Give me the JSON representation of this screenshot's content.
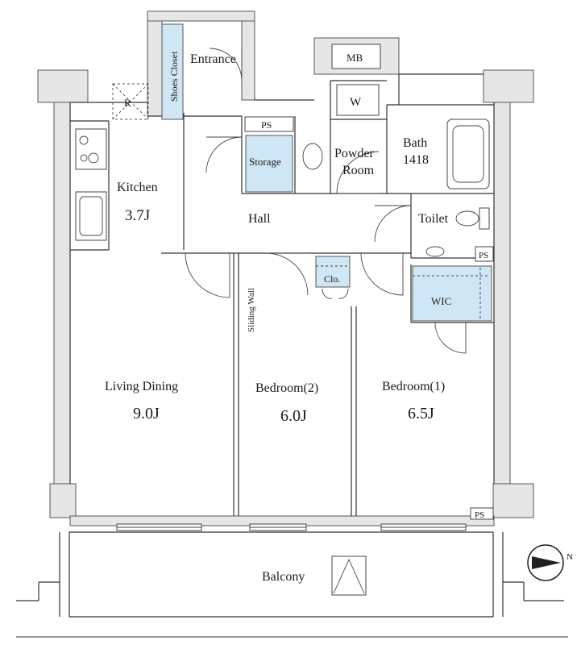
{
  "rooms": {
    "entrance": "Entrance",
    "shoes_closet": "Shoes Closet",
    "mb": "MB",
    "refrigerator": "R",
    "washer": "W",
    "ps_top": "PS",
    "storage": "Storage",
    "powder_room_1": "Powder",
    "powder_room_2": "Room",
    "bath_1": "Bath",
    "bath_2": "1418",
    "kitchen": "Kitchen",
    "kitchen_size": "3.7J",
    "hall": "Hall",
    "toilet": "Toilet",
    "ps_toilet": "PS",
    "closet": "Clo.",
    "wic": "WIC",
    "sliding_wall": "Sliding Wall",
    "living_dining": "Living Dining",
    "living_dining_size": "9.0J",
    "bedroom2": "Bedroom(2)",
    "bedroom2_size": "6.0J",
    "bedroom1": "Bedroom(1)",
    "bedroom1_size": "6.5J",
    "ps_bottom": "PS",
    "balcony": "Balcony"
  },
  "compass": {
    "label": "N",
    "direction": "east"
  }
}
